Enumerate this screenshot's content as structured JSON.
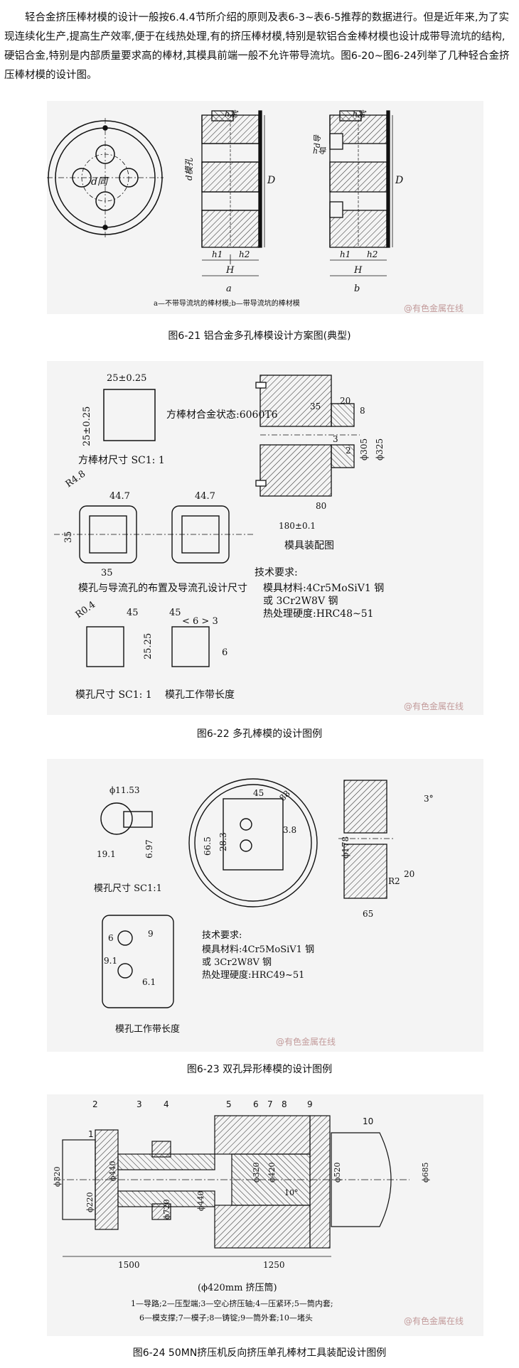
{
  "intro": "轻合金挤压棒材模的设计一般按6.4.4节所介绍的原则及表6-3~表6-5推荐的数据进行。但是近年来,为了实现连续化生产,提高生产效率,便于在线热处理,有的挤压棒材模,特别是软铝合金棒材模也设计成带导流坑的结构,硬铝合金,特别是内部质量要求高的棒材,其模具前端一般不允许带导流坑。图6-20~图6-24列举了几种轻合金挤压棒材模的设计图。",
  "watermark": "@有色金属在线",
  "fig21": {
    "caption": "图6-21 铝合金多孔棒模设计方案图(典型)",
    "legend": "a—不带导流坑的棒材模;b—带导流坑的棒材模",
    "label_a": "a",
    "label_b": "b",
    "d_tong": "d同",
    "d_mokong": "d模孔",
    "d_dao": "d导",
    "h_ding": "h定",
    "h_dao": "h导",
    "D": "D",
    "h1": "h1",
    "h2": "h2",
    "H": "H"
  },
  "fig22": {
    "caption": "图6-22 多孔棒模的设计图例",
    "dim_25a": "25±0.25",
    "dim_25b": "25±0.25",
    "alloy": "方棒材合金状态:6060T6",
    "bar_size": "方棒材尺寸 SC1: 1",
    "r48": "R4.8",
    "d447a": "44.7",
    "d447b": "44.7",
    "d35v": "35",
    "d35h": "35",
    "layout_title": "模孔与导流孔的布置及导流孔设计尺寸",
    "r04": "R0.4",
    "d45a": "45",
    "d45b": "45",
    "d2525": "25.25",
    "b63a": "< 6 > 3",
    "b6v": "6",
    "size_label": "模孔尺寸 SC1: 1",
    "bearing_label": "模孔工作带长度",
    "d35": "35",
    "d20": "20",
    "d8": "8",
    "d3": "3",
    "d2": "2",
    "d305": "ϕ305",
    "d325": "ϕ325",
    "d80": "80",
    "d180": "180±0.1",
    "assembly": "模具装配图",
    "tech_title": "技术要求:",
    "tech1": "模具材料:4Cr5MoSiV1 钢",
    "tech2": "或 3Cr2W8V 钢",
    "tech3": "热处理硬度:HRC48~51"
  },
  "fig23": {
    "caption": "图6-23 双孔异形棒模的设计图例",
    "phi1153": "ϕ11.53",
    "d191": "19.1",
    "d697": "6.97",
    "size_label": "模孔尺寸 SC1:1",
    "d45": "45",
    "d88": "88",
    "d665": "66.5",
    "d283": "28.3",
    "d38": "3.8",
    "phi178": "ϕ178",
    "d3deg": "3°",
    "d20": "20",
    "r2": "R2",
    "d65": "65",
    "b6": "6",
    "b9": "9",
    "b91": "9.1",
    "b61": "6.1",
    "bearing_label": "模孔工作带长度",
    "tech_title": "技术要求:",
    "tech1": "模具材料:4Cr5MoSiV1 钢",
    "tech2": "或 3Cr2W8V 钢",
    "tech3": "热处理硬度:HRC49~51"
  },
  "fig24": {
    "caption": "图6-24 50MN挤压机反向挤压单孔棒材工具装配设计图例",
    "n1": "1",
    "n2": "2",
    "n3": "3",
    "n4": "4",
    "n5": "5",
    "n6": "6",
    "n7": "7",
    "n8": "8",
    "n9": "9",
    "n10": "10",
    "phi320a": "ϕ320",
    "phi440a": "ϕ440",
    "phi220": "ϕ220",
    "phi720": "ϕ720",
    "phi440b": "ϕ440",
    "phi320b": "ϕ320",
    "phi420": "ϕ420",
    "phi520": "ϕ520",
    "phi685": "ϕ685",
    "deg10": "10°",
    "d1500": "1500",
    "d1250": "1250",
    "container": "(ϕ420mm 挤压筒)",
    "legend1": "1—导路;2—压型端;3—空心挤压轴;4—压紧环;5—筒内套;",
    "legend2": "6—模支撑;7—模子;8—铸锭;9—筒外套;10—堵头"
  }
}
